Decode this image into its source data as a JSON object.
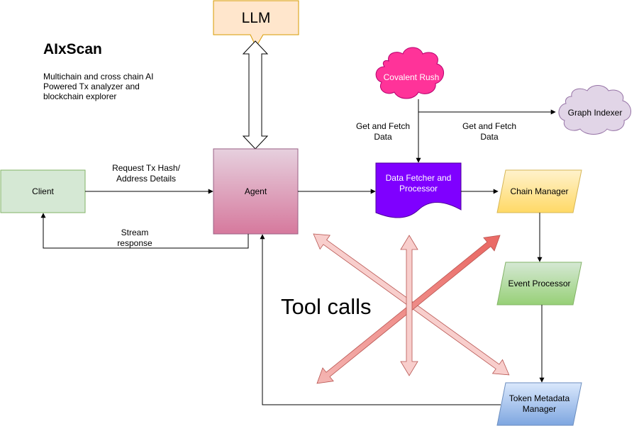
{
  "title": "AIxScan",
  "subtitle": "Multichain and cross chain AI\nPowered Tx analyzer and\nblockchain explorer",
  "nodes": {
    "llm": "LLM",
    "client": "Client",
    "agent": "Agent",
    "covalent": "Covalent Rush",
    "graph_indexer": "Graph Indexer",
    "data_fetcher": "Data Fetcher and\nProcessor",
    "chain_manager": "Chain Manager",
    "event_processor": "Event Processor",
    "token_metadata": "Token Metadata\nManager"
  },
  "edges": {
    "request": "Request Tx Hash/\nAddress Details",
    "stream": "Stream\nresponse",
    "get_fetch_left": "Get and Fetch\nData",
    "get_fetch_right": "Get and Fetch\nData",
    "tool_calls": "Tool calls"
  },
  "colors": {
    "llm_fill": "#ffe6cc",
    "llm_stroke": "#d79b00",
    "client_fill": "#d5e8d4",
    "client_stroke": "#82b366",
    "agent_fill_top": "#e6d0de",
    "agent_fill_bottom": "#d6799d",
    "agent_stroke": "#996185",
    "covalent_fill": "#ff3399",
    "graph_fill": "#e1d5e7",
    "graph_stroke": "#9673a6",
    "fetcher_fill": "#7f00ff",
    "chain_fill_top": "#fff2cc",
    "chain_fill_bottom": "#ffd966",
    "chain_stroke": "#d6b656",
    "event_fill_top": "#d5e8d4",
    "event_fill_bottom": "#97d077",
    "event_stroke": "#82b366",
    "token_fill_top": "#dae8fc",
    "token_fill_bottom": "#7ea6e0",
    "token_stroke": "#6c8ebf",
    "tool_arrow_light": "#f8cecc",
    "tool_arrow_dark": "#ea6b66"
  },
  "icons": [
    "speech-callout-shape",
    "cloud-shape",
    "document-wave-shape",
    "parallelogram-shape",
    "block-arrow-shape"
  ]
}
